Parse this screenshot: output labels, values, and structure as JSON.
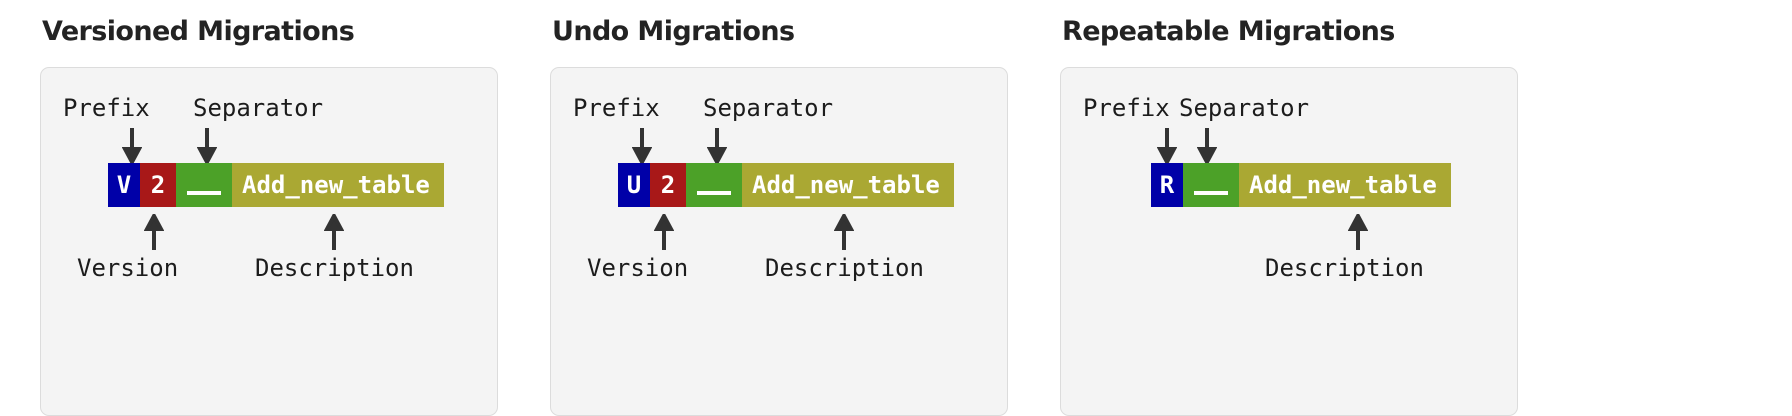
{
  "colors": {
    "page_background": "#ffffff",
    "panel_background": "#f4f4f4",
    "panel_border": "#dcdcdc",
    "title_text": "#232323",
    "label_text": "#1c1c1c",
    "arrow": "#333333",
    "prefix_block": "#0000a8",
    "version_block": "#a81818",
    "separator_block": "#4ca128",
    "description_block": "#aaa833",
    "block_text": "#ffffff"
  },
  "panels": [
    {
      "title": "Versioned Migrations",
      "top_labels": [
        {
          "text": "Prefix"
        },
        {
          "text": "Separator"
        }
      ],
      "bottom_labels": [
        {
          "text": "Version"
        },
        {
          "text": "Description"
        }
      ],
      "filename": {
        "prefix": "V",
        "version": "2",
        "separator": "__",
        "description": "Add_new_table"
      }
    },
    {
      "title": "Undo Migrations",
      "top_labels": [
        {
          "text": "Prefix"
        },
        {
          "text": "Separator"
        }
      ],
      "bottom_labels": [
        {
          "text": "Version"
        },
        {
          "text": "Description"
        }
      ],
      "filename": {
        "prefix": "U",
        "version": "2",
        "separator": "__",
        "description": "Add_new_table"
      }
    },
    {
      "title": "Repeatable Migrations",
      "top_labels": [
        {
          "text": "Prefix"
        },
        {
          "text": "Separator"
        }
      ],
      "bottom_labels": [
        {
          "text": "Description"
        }
      ],
      "filename": {
        "prefix": "R",
        "version": "",
        "separator": "__",
        "description": "Add_new_table"
      }
    }
  ]
}
